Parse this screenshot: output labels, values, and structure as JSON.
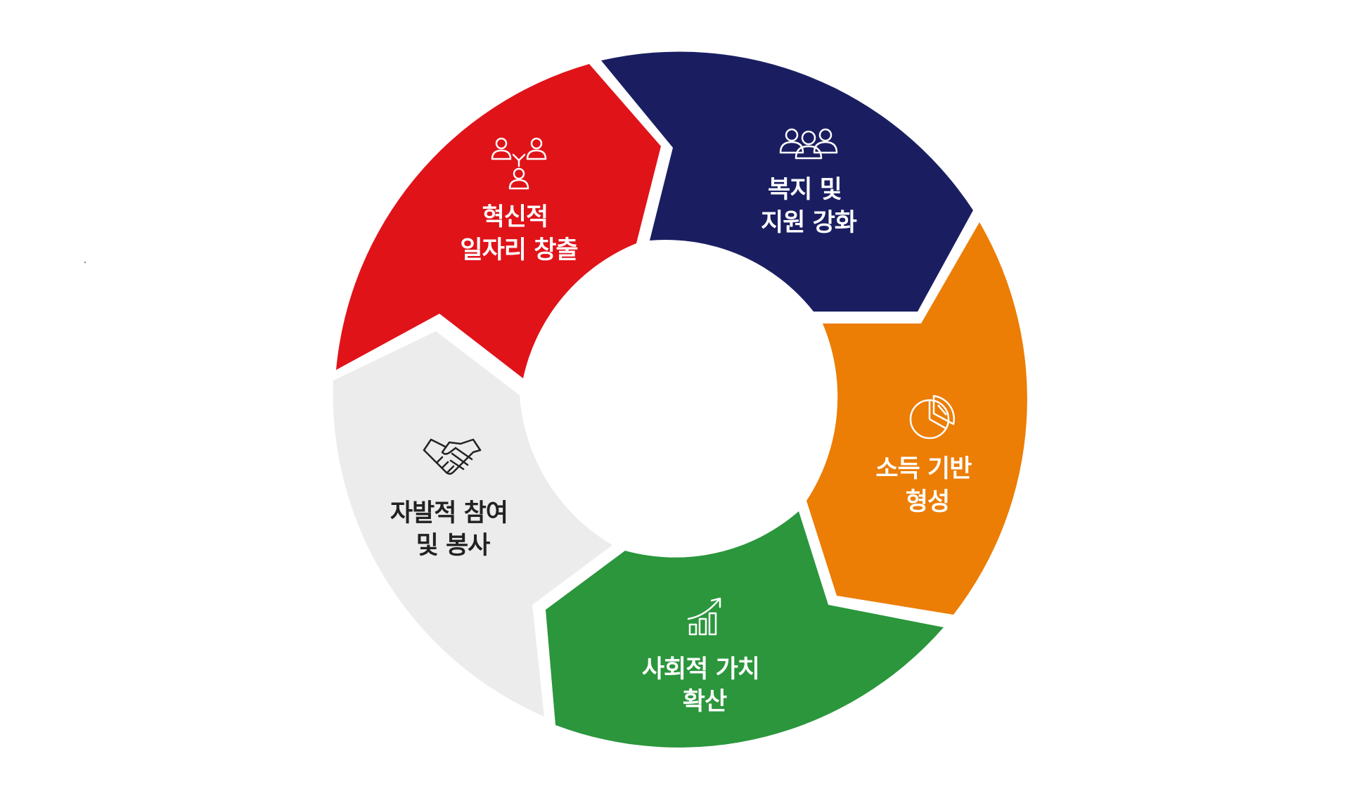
{
  "diagram": {
    "segments": [
      {
        "id": "welfare",
        "lines": [
          "복지 및",
          "지원 강화"
        ],
        "color": "#1a1e61",
        "text_color": "#ffffff",
        "icon": "people-group-icon"
      },
      {
        "id": "income",
        "lines": [
          "소득 기반",
          "형성"
        ],
        "color": "#ec7d05",
        "text_color": "#ffffff",
        "icon": "pie-chart-icon"
      },
      {
        "id": "social-value",
        "lines": [
          "사회적 가치",
          "확산"
        ],
        "color": "#2b963c",
        "text_color": "#ffffff",
        "icon": "growth-chart-icon"
      },
      {
        "id": "volunteer",
        "lines": [
          "자발적 참여",
          "및 봉사"
        ],
        "color": "#ececec",
        "text_color": "#222222",
        "icon": "handshake-icon"
      },
      {
        "id": "jobs",
        "lines": [
          "혁신적",
          "일자리 창출"
        ],
        "color": "#e01319",
        "text_color": "#ffffff",
        "icon": "network-people-icon"
      }
    ]
  }
}
